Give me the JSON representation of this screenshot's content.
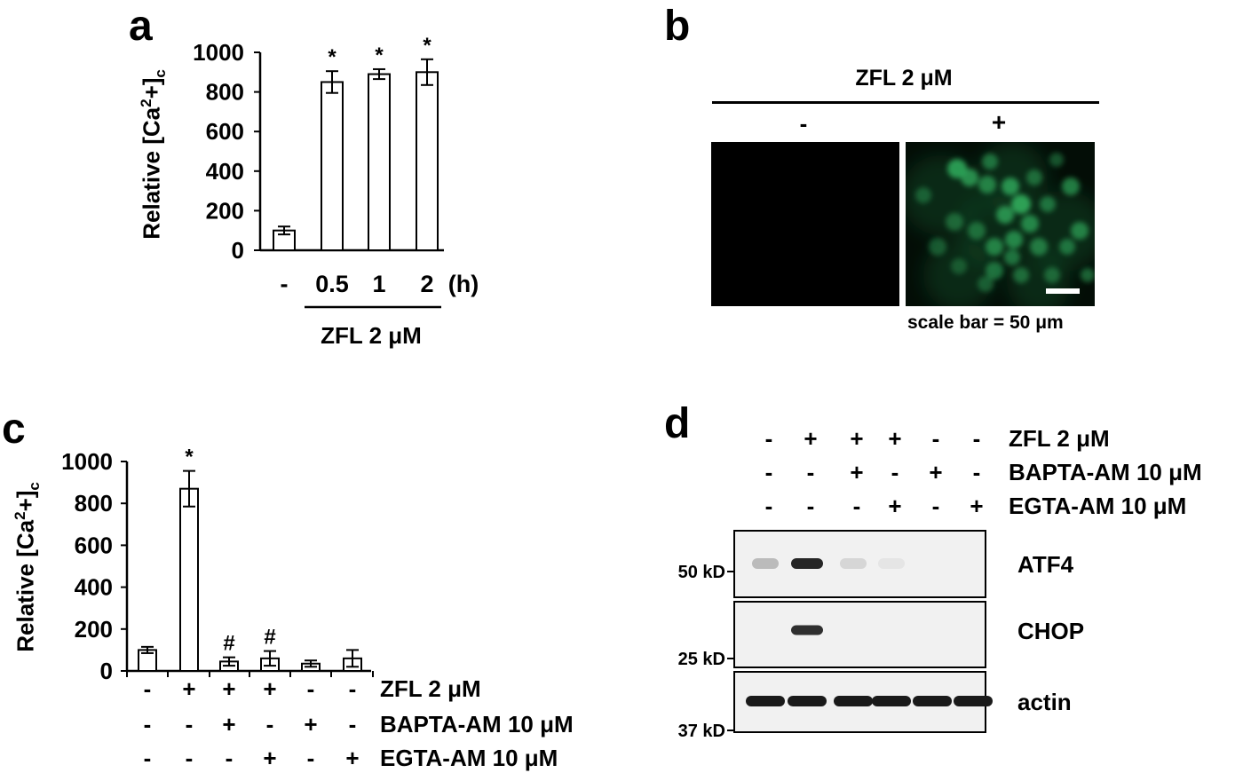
{
  "panel_labels": {
    "a": "a",
    "b": "b",
    "c": "c",
    "d": "d"
  },
  "colors": {
    "bar_fill": "#ffffff",
    "stroke": "#000000",
    "fluorescence": "#2fa65a",
    "blot_band": "#1a1a1a"
  },
  "chart_data": [
    {
      "type": "bar",
      "panel": "a",
      "ylabel_parts": {
        "pre": "Relative [Ca",
        "sup": "2",
        "mid": "+]",
        "sub": "c"
      },
      "ylim": [
        0,
        1000
      ],
      "yticks": [
        "0",
        "200",
        "400",
        "600",
        "800",
        "1000"
      ],
      "categories": [
        "-",
        "0.5",
        "1",
        "2"
      ],
      "values": [
        100,
        850,
        890,
        900
      ],
      "errors": [
        20,
        55,
        25,
        65
      ],
      "annotations": [
        "",
        "*",
        "*",
        "*"
      ],
      "unit_label": "(h)",
      "group_label": "ZFL 2 μM"
    },
    {
      "type": "bar",
      "panel": "c",
      "ylabel_parts": {
        "pre": "Relative [Ca",
        "sup": "2",
        "mid": "+]",
        "sub": "c"
      },
      "ylim": [
        0,
        1000
      ],
      "yticks": [
        "0",
        "200",
        "400",
        "600",
        "800",
        "1000"
      ],
      "values": [
        100,
        870,
        45,
        60,
        35,
        60
      ],
      "errors": [
        15,
        85,
        20,
        35,
        15,
        40
      ],
      "annotations": [
        "",
        "*",
        "#",
        "#",
        "",
        ""
      ],
      "conditions": [
        {
          "label": "ZFL 2 μM",
          "signs": [
            "-",
            "+",
            "+",
            "+",
            "-",
            "-"
          ]
        },
        {
          "label": "BAPTA-AM 10 μM",
          "signs": [
            "-",
            "-",
            "+",
            "-",
            "+",
            "-"
          ]
        },
        {
          "label": "EGTA-AM 10 μM",
          "signs": [
            "-",
            "-",
            "-",
            "+",
            "-",
            "+"
          ]
        }
      ]
    }
  ],
  "panel_b": {
    "title": "ZFL 2 μM",
    "minus": "-",
    "plus": "+",
    "scale_bar_text": "scale bar = 50 μm"
  },
  "panel_d": {
    "conditions": [
      {
        "label": "ZFL 2 μM",
        "signs": [
          "-",
          "+",
          "+",
          "+",
          "-",
          "-"
        ]
      },
      {
        "label": "BAPTA-AM 10 μM",
        "signs": [
          "-",
          "-",
          "+",
          "-",
          "+",
          "-"
        ]
      },
      {
        "label": "EGTA-AM 10 μM",
        "signs": [
          "-",
          "-",
          "-",
          "+",
          "-",
          "+"
        ]
      }
    ],
    "blots": [
      {
        "protein": "ATF4",
        "marker": "50 kD",
        "intensity": [
          0.25,
          0.95,
          0.12,
          0.05,
          0.03,
          0.03
        ]
      },
      {
        "protein": "CHOP",
        "marker": "25 kD",
        "intensity": [
          0.02,
          0.9,
          0.02,
          0.02,
          0.02,
          0.02
        ]
      },
      {
        "protein": "actin",
        "marker": "37 kD",
        "intensity": [
          1,
          1,
          1,
          1,
          1,
          1
        ]
      }
    ]
  }
}
